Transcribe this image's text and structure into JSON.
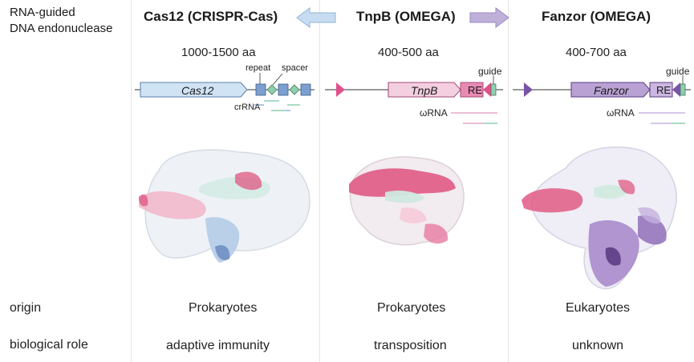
{
  "header_left": {
    "line1": "RNA-guided",
    "line2": "DNA endonuclease"
  },
  "columns": [
    {
      "title": "Cas12 (CRISPR-Cas)",
      "length": "1000-1500 aa",
      "gene_label": "Cas12",
      "labels": {
        "repeat": "repeat",
        "spacer": "spacer",
        "rna": "crRNA"
      },
      "origin": "Prokaryotes",
      "role": "adaptive immunity"
    },
    {
      "title": "TnpB (OMEGA)",
      "length": "400-500 aa",
      "gene_label": "TnpB",
      "labels": {
        "re": "RE",
        "guide": "guide",
        "rna": "ωRNA"
      },
      "origin": "Prokaryotes",
      "role": "transposition"
    },
    {
      "title": "Fanzor (OMEGA)",
      "length": "400-700 aa",
      "gene_label": "Fanzor",
      "labels": {
        "re": "RE",
        "guide": "guide",
        "rna": "ωRNA"
      },
      "origin": "Eukaryotes",
      "role": "unknown"
    }
  ],
  "rows": {
    "origin": "origin",
    "role": "biological role"
  },
  "colors": {
    "cas12_gene": "#cfe3f4",
    "repeat_box": "#7c9fcf",
    "spacer_diamond": "#8fcfae",
    "tnpb_gene": "#f3cfe0",
    "tnpb_re": "#e88ab4",
    "tnpb_marker": "#e0508a",
    "fanzor_gene": "#b9a2d3",
    "fanzor_re": "#cbb6e0",
    "fanzor_marker": "#7a53a8",
    "arrow_left": "#c7dcf0",
    "arrow_right": "#bfb0da"
  }
}
